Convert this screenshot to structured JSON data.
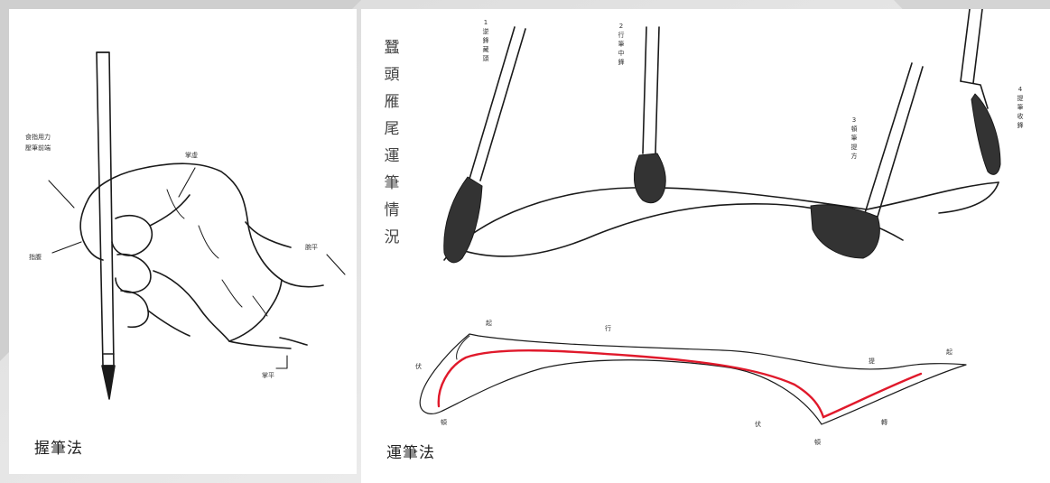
{
  "left_panel": {
    "caption": "握筆法",
    "hand_labels": {
      "thumb_note": [
        "食指用力",
        "壓筆前端"
      ],
      "finger_near_nib": "指腹",
      "knuckle": "掌虛",
      "wrist": "腕平",
      "palm": "掌平"
    }
  },
  "right_panel": {
    "caption": "運筆法",
    "vertical_title": "蠶頭雁尾運筆情況",
    "step_labels": [
      "1 逆鋒藏頭",
      "2 行筆中鋒",
      "3 頓筆提方",
      "4 提筆收鋒"
    ],
    "stroke_labels": {
      "qi": "起",
      "xing": "行",
      "fu_left": "伏",
      "dun_left": "頓",
      "fu_bottom": "伏",
      "dun_bottom": "頓",
      "zhuan": "轉",
      "ti": "提",
      "shou": "起"
    }
  },
  "colors": {
    "ink": "#1a1a1a",
    "red_stroke": "#e0192b",
    "frame_gray": "#e6e6e6"
  }
}
